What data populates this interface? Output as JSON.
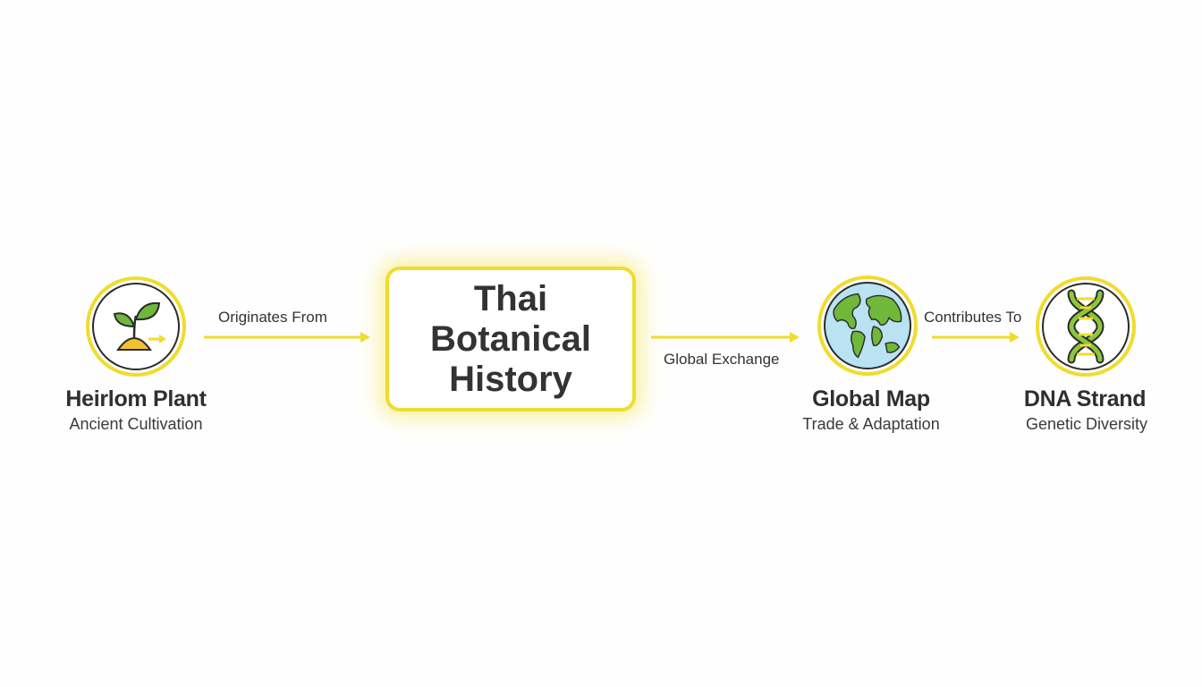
{
  "diagram": {
    "center": {
      "title": "Thai Botanical History"
    },
    "nodes": [
      {
        "title": "Heirlom Plant",
        "subtitle": "Ancient Cultivation",
        "icon": "seedling-icon"
      },
      {
        "title": "Global Map",
        "subtitle": "Trade & Adaptation",
        "icon": "globe-icon"
      },
      {
        "title": "DNA Strand",
        "subtitle": "Genetic Diversity",
        "icon": "dna-icon"
      }
    ],
    "edges": [
      {
        "label": "Originates From"
      },
      {
        "label": "Global Exchange"
      },
      {
        "label": "Contributes To"
      }
    ]
  },
  "colors": {
    "accent_yellow": "#f0dc2e",
    "leaf_green": "#6fb83a",
    "ocean_blue": "#b9e2f2",
    "text_dark": "#333333"
  }
}
